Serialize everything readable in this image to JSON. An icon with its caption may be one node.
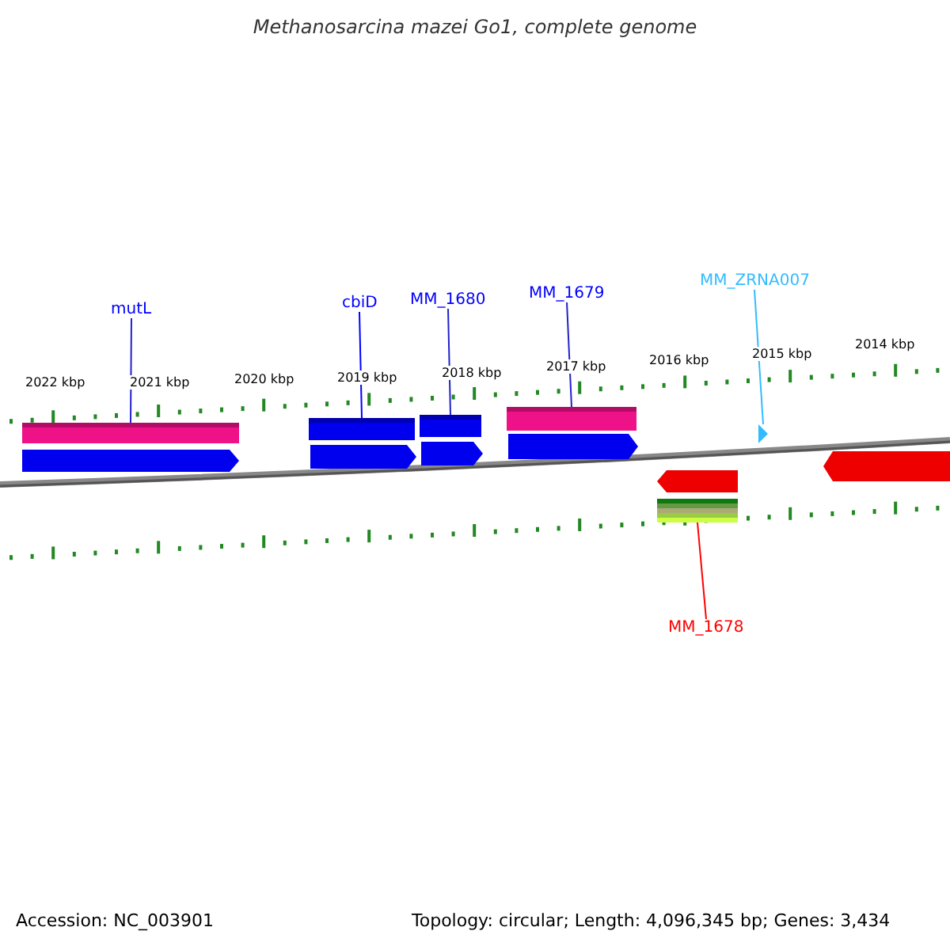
{
  "diagram": {
    "title": "Methanosarcina mazei Go1, complete genome",
    "nodes": [
      {
        "text": [
          "mutL"
        ]
      },
      {
        "text": [
          "cbiD"
        ]
      },
      {
        "text": [
          "MM_1680"
        ]
      },
      {
        "text": [
          "MM_1679"
        ]
      },
      {
        "text": [
          "MM_ZRNA007"
        ]
      },
      {
        "text": [
          "MM_1678"
        ]
      },
      {
        "text": [],
        "shape": "bar"
      },
      {
        "text": [],
        "shape": "bar"
      },
      {
        "text": [],
        "shape": "bar"
      },
      {
        "text": [],
        "shape": "bar"
      },
      {
        "text": [],
        "shape": "bar"
      },
      {
        "text": [],
        "shape": "bar"
      },
      {
        "text": [],
        "shape": "bar"
      },
      {
        "text": [],
        "shape": "bar"
      },
      {
        "text": [],
        "shape": "bar"
      },
      {
        "text": [],
        "shape": "bar"
      },
      {
        "text": [],
        "shape": "bar"
      },
      {
        "text": [],
        "shape": "bar"
      }
    ],
    "edges": [
      {
        "from": 0,
        "to": 6,
        "arrow": "none"
      },
      {
        "from": 1,
        "to": 8,
        "arrow": "none",
        "color": "#0000ff"
      },
      {
        "from": 2,
        "to": 9,
        "arrow": "none"
      },
      {
        "from": 3,
        "to": 7,
        "arrow": "none"
      },
      {
        "from": 4,
        "to": 14,
        "arrow": "none",
        "color": "#33bbff"
      },
      {
        "from": 5,
        "to": 17,
        "arrow": "none",
        "color": "#ff0000"
      }
    ],
    "labels": [
      "2022 kbp",
      "2021 kbp",
      "2020 kbp",
      "2019 kbp",
      "2018 kbp",
      "2017 kbp",
      "2016 kbp",
      "2015 kbp",
      "2014 kbp",
      "Accession: NC_003901",
      "Topology: circular; Length: 4,096,345 bp; Genes: 3,434"
    ]
  }
}
